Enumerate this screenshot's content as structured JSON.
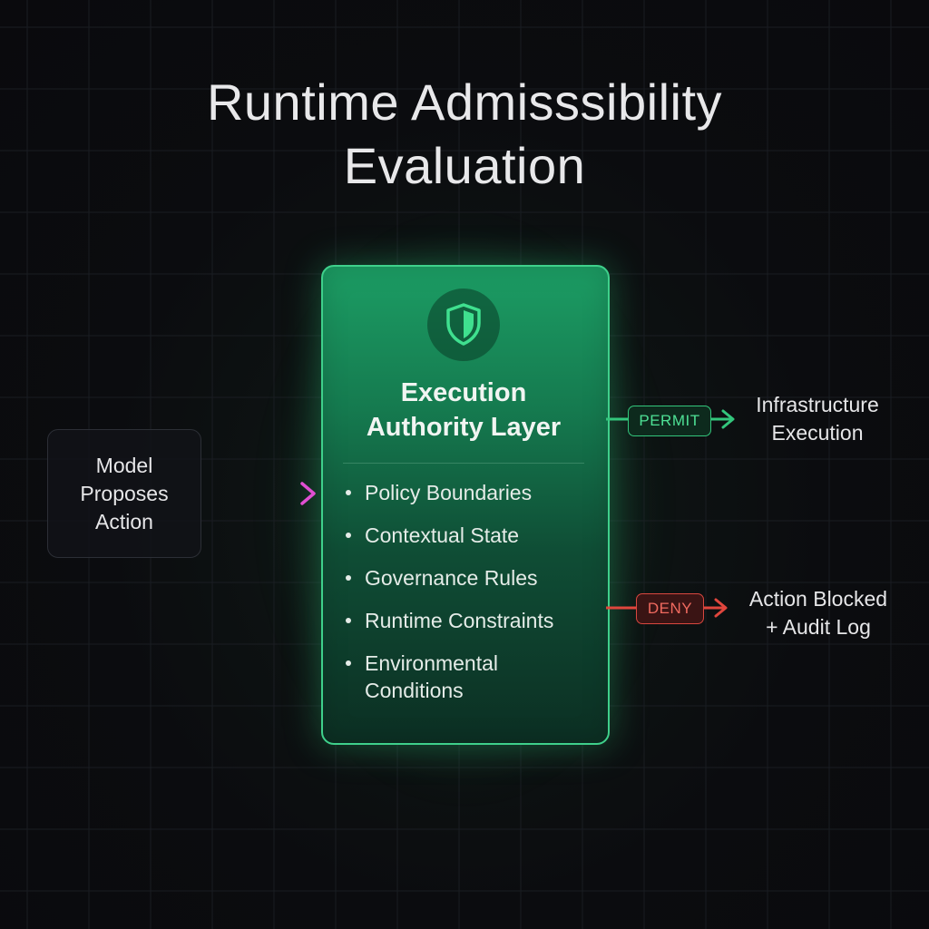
{
  "title": {
    "line1": "Runtime Admisssibility",
    "line2": "Evaluation"
  },
  "source": {
    "lines": [
      "Model",
      "Proposes",
      "Action"
    ]
  },
  "core": {
    "icon": "shield-icon",
    "title_line1": "Execution",
    "title_line2": "Authority Layer",
    "items": [
      "Policy Boundaries",
      "Contextual State",
      "Governance Rules",
      "Runtime Constraints",
      "Environmental Conditions"
    ]
  },
  "permit": {
    "label": "PERMIT",
    "outcome_line1": "Infrastructure",
    "outcome_line2": "Execution"
  },
  "deny": {
    "label": "DENY",
    "outcome_line1": "Action Blocked",
    "outcome_line2": "+ Audit Log"
  },
  "colors": {
    "accent_green": "#3fd08b",
    "permit_green": "#33c67c",
    "deny_red": "#e0463d",
    "input_arrow_start": "#6a5cff",
    "input_arrow_end": "#e04fd2",
    "background": "#0b0c0f"
  }
}
